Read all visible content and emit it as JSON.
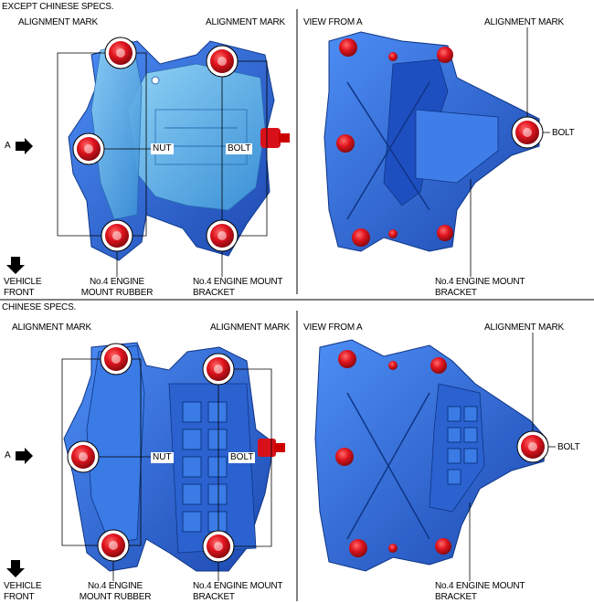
{
  "top_section": {
    "header": "EXCEPT CHINESE SPECS.",
    "left": {
      "alignment_mark_left": "ALIGNMENT MARK",
      "alignment_mark_right": "ALIGNMENT MARK",
      "arrow_label": "A",
      "nut": "NUT",
      "bolt": "BOLT",
      "vehicle_front_line1": "VEHICLE",
      "vehicle_front_line2": "FRONT",
      "rubber_line1": "No.4 ENGINE",
      "rubber_line2": "MOUNT RUBBER",
      "bracket_line1": "No.4 ENGINE MOUNT",
      "bracket_line2": "BRACKET"
    },
    "right": {
      "view_title": "VIEW FROM A",
      "alignment_mark": "ALIGNMENT MARK",
      "bolt": "BOLT",
      "bracket_line1": "No.4 ENGINE MOUNT",
      "bracket_line2": "BRACKET"
    }
  },
  "bottom_section": {
    "header": "CHINESE SPECS.",
    "left": {
      "alignment_mark_left": "ALIGNMENT MARK",
      "alignment_mark_right": "ALIGNMENT MARK",
      "arrow_label": "A",
      "nut": "NUT",
      "bolt": "BOLT",
      "vehicle_front_line1": "VEHICLE",
      "vehicle_front_line2": "FRONT",
      "rubber_line1": "No.4 ENGINE",
      "rubber_line2": "MOUNT RUBBER",
      "bracket_line1": "No.4 ENGINE MOUNT",
      "bracket_line2": "BRACKET"
    },
    "right": {
      "view_title": "VIEW FROM A",
      "alignment_mark": "ALIGNMENT MARK",
      "bolt": "BOLT",
      "bracket_line1": "No.4 ENGINE MOUNT",
      "bracket_line2": "BRACKET"
    }
  },
  "colors": {
    "bracket_blue": "#2f6fe0",
    "rubber_light_blue": "#5fb3e8",
    "mark_red": "#e0141e",
    "line": "#000000"
  }
}
